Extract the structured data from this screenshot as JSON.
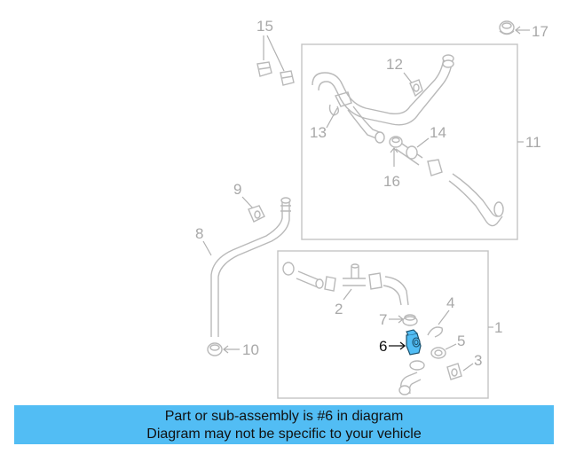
{
  "diagram": {
    "callouts": {
      "c1": "1",
      "c2": "2",
      "c3": "3",
      "c4": "4",
      "c5": "5",
      "c6": "6",
      "c7": "7",
      "c8": "8",
      "c9": "9",
      "c10": "10",
      "c11": "11",
      "c12": "12",
      "c13": "13",
      "c14": "14",
      "c15": "15",
      "c16": "16",
      "c17": "17"
    },
    "highlight_part": "6",
    "highlight_color": "#52bdf4",
    "line_color": "#b9b9b9"
  },
  "banner": {
    "line1": "Part or sub-assembly is #6 in diagram",
    "line2": "Diagram may not be specific to your vehicle",
    "background": "#52bdf4"
  }
}
